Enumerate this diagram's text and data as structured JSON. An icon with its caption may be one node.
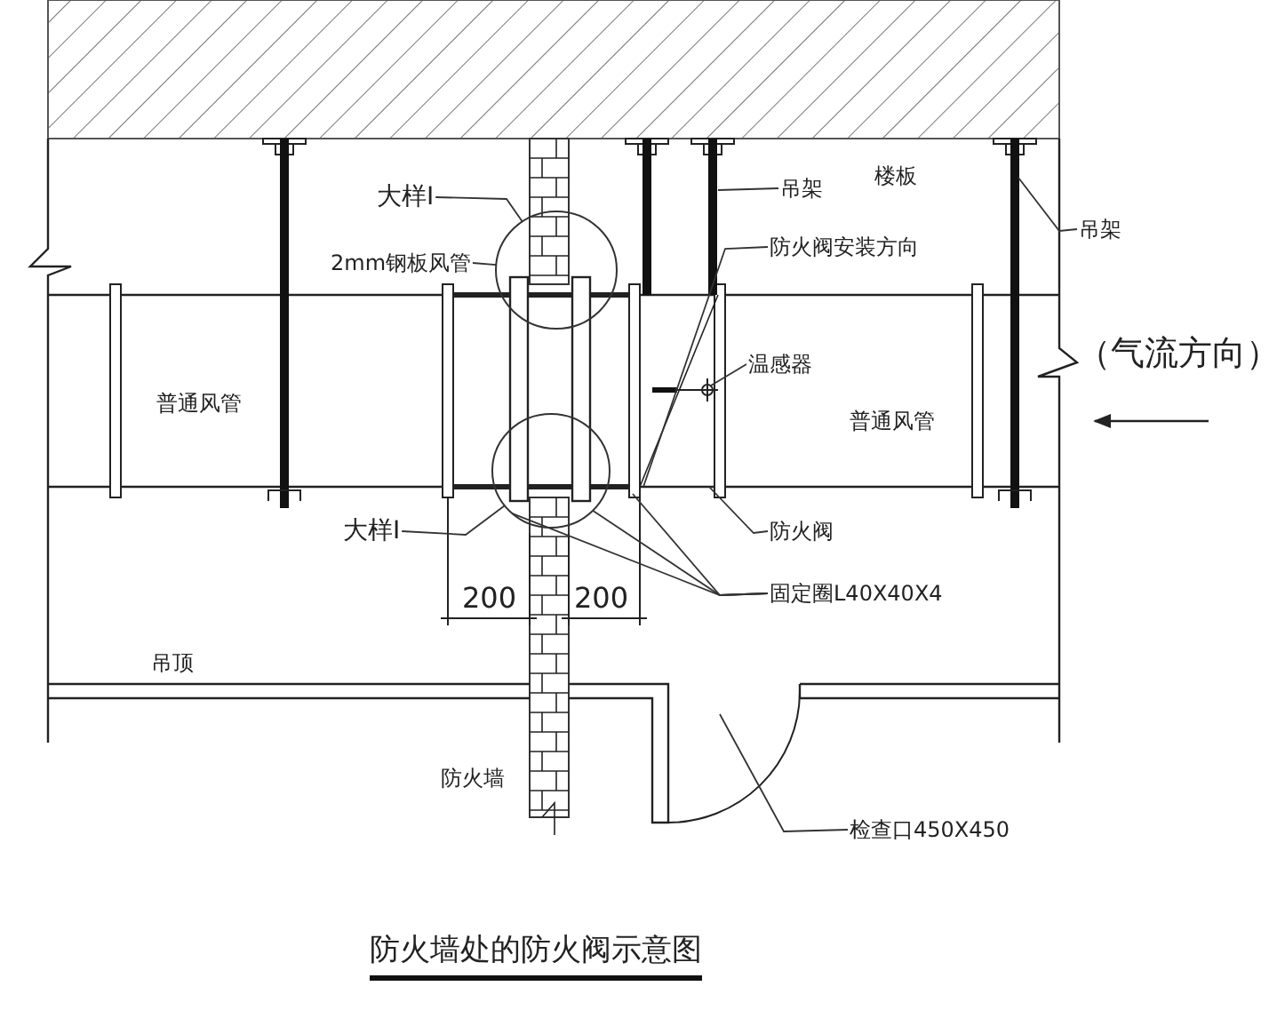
{
  "diagram": {
    "caption": "防火墙处的防火阀示意图",
    "nodes": [
      {
        "text": [
          "大样I"
        ]
      },
      {
        "text": [],
        "shape": "circle"
      },
      {
        "text": [
          "2mm钢板风管"
        ]
      },
      {
        "text": [
          "大样I"
        ]
      },
      {
        "text": [],
        "shape": "circle"
      },
      {
        "text": [
          "吊架"
        ]
      },
      {
        "text": [
          "防火阀安装方向"
        ]
      },
      {
        "text": [
          "温感器"
        ]
      },
      {
        "text": [
          "防火阀"
        ]
      },
      {
        "text": [
          "固定圈L40X40X4"
        ]
      },
      {
        "text": [
          "吊架"
        ]
      },
      {
        "text": [
          "检查口450X450"
        ]
      }
    ],
    "edges": [
      {
        "from": 0,
        "to": 1,
        "arrow": "none"
      },
      {
        "from": 2,
        "to": 1,
        "arrow": "none"
      },
      {
        "from": 3,
        "to": 4,
        "arrow": "none"
      },
      {
        "from": 5,
        "to": null,
        "arrow": "none"
      },
      {
        "from": 6,
        "to": null,
        "arrow": "none"
      },
      {
        "from": 7,
        "to": null,
        "arrow": "none"
      },
      {
        "from": 8,
        "to": null,
        "arrow": "none"
      },
      {
        "from": 9,
        "to": 4,
        "arrow": "none"
      },
      {
        "from": 9,
        "to": 4,
        "arrow": "none"
      },
      {
        "from": 9,
        "to": null,
        "arrow": "none"
      },
      {
        "from": 10,
        "to": null,
        "arrow": "none"
      },
      {
        "from": 11,
        "to": null,
        "arrow": "none"
      }
    ],
    "labels": [
      "楼板",
      "普通风管",
      "（气流方向）",
      "普通风管",
      "200",
      "200",
      "吊顶",
      "防火墙"
    ]
  }
}
